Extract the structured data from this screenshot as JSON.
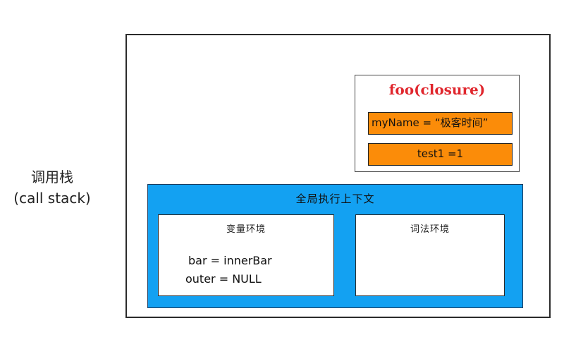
{
  "side_label": {
    "line1": "调用栈",
    "line2": "(call stack)"
  },
  "closure": {
    "title": "foo(closure)",
    "vars": [
      "myName = “极客时间”",
      "test1 =1"
    ]
  },
  "global_context": {
    "title": "全局执行上下文",
    "variable_env": {
      "title": "变量环境",
      "lines": [
        "bar =  innerBar",
        "outer = NULL"
      ]
    },
    "lexical_env": {
      "title": "词法环境"
    }
  },
  "colors": {
    "closure_title": "#e0262d",
    "closure_var_fill": "#fb8c09",
    "global_fill": "#13a1f2"
  }
}
